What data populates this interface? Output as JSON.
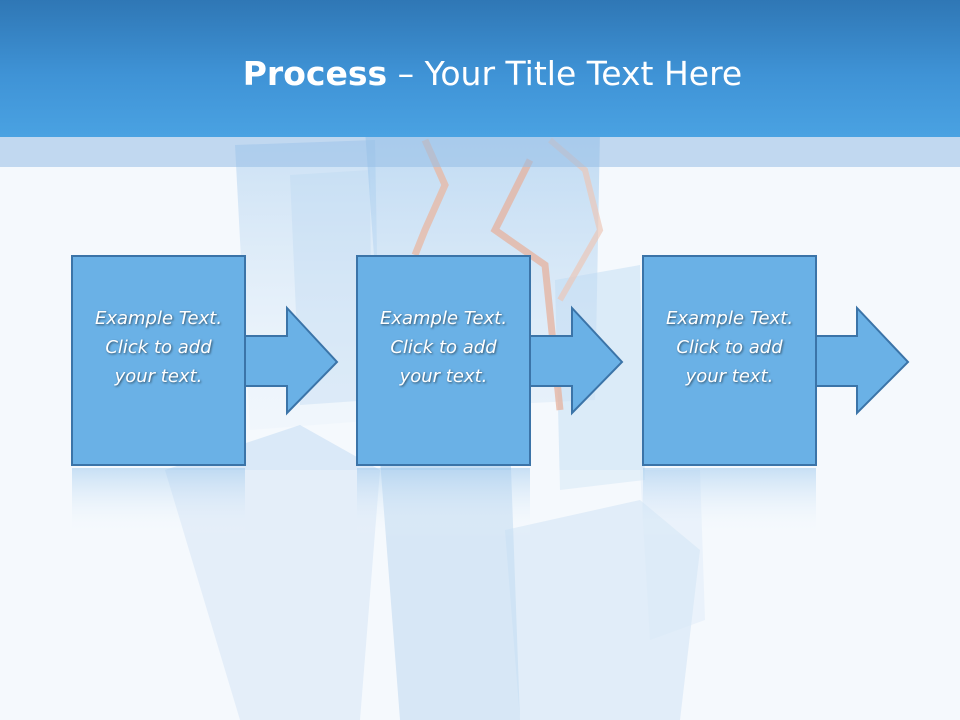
{
  "slide": {
    "title_strong": "Process",
    "title_rest": " – Your Title Text Here"
  },
  "steps": [
    {
      "text": "Example Text.\nClick  to add\nyour text."
    },
    {
      "text": "Example Text.\nClick  to add\nyour text."
    },
    {
      "text": "Example Text.\nClick  to add\nyour text."
    }
  ],
  "colors": {
    "header": "#3f93d6",
    "box_fill": "#6ab1e6",
    "box_stroke": "#3b74a8",
    "text": "#ffffff"
  }
}
